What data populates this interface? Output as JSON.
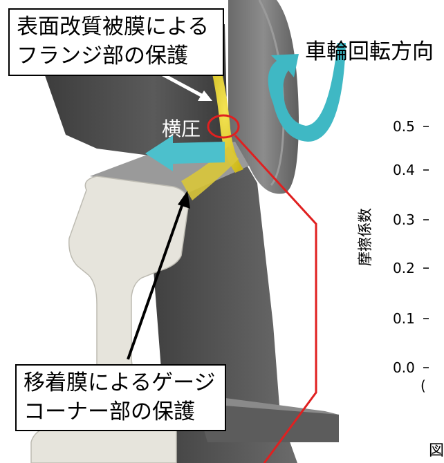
{
  "callouts": {
    "top": [
      "表面改質被膜による",
      "フランジ部の保護"
    ],
    "bottom": [
      "移着膜によるゲージ",
      "コーナー部の保護"
    ]
  },
  "labels": {
    "wheel_rotation": "車輪回転方向",
    "lateral_force": "横圧"
  },
  "chart_fragment": {
    "ylabel": "摩擦係数",
    "yticks": [
      "0.5",
      "0.4",
      "0.3",
      "0.2",
      "0.1",
      "0.0"
    ],
    "x_partial": "(",
    "caption_partial": "図"
  },
  "colors": {
    "coating": "#e6d21e",
    "arrow_teal": "#3fb8c4",
    "leader_red": "#e02020",
    "rail": "#e4e2da",
    "steel_dark": "#4a4a4a"
  }
}
